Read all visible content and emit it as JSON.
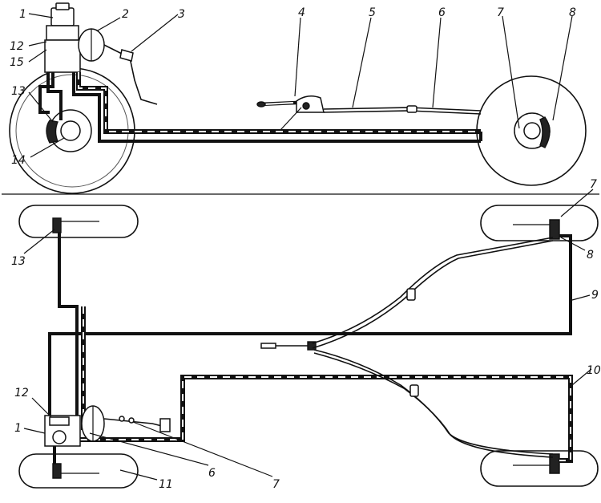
{
  "labels": {
    "top_1": "1",
    "top_2": "2",
    "top_3": "3",
    "top_4": "4",
    "top_5": "5",
    "top_6": "6",
    "top_7": "7",
    "top_8": "8",
    "top_12": "12",
    "top_15": "15",
    "top_13": "13",
    "top_14": "14",
    "plan_7": "7",
    "plan_8": "8",
    "plan_9": "9",
    "plan_10": "10",
    "plan_13": "13",
    "plan_12": "12",
    "plan_1": "1",
    "plan_11": "11",
    "plan_6": "6",
    "plan_7b": "7"
  }
}
